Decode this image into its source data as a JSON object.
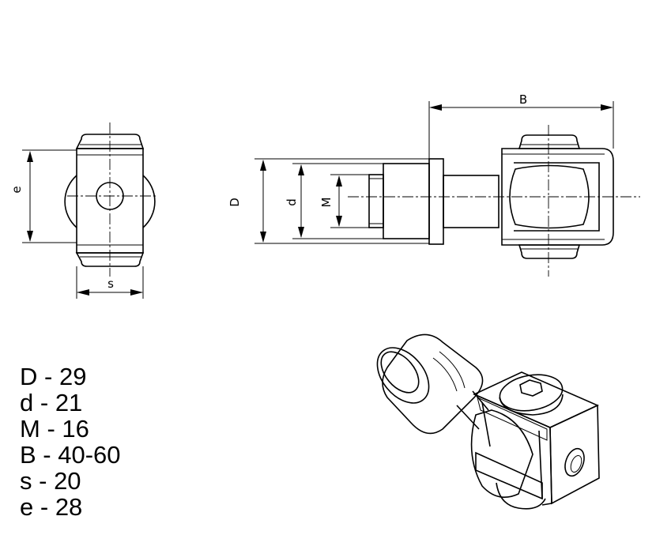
{
  "dimension_labels": {
    "e": "e",
    "s": "s",
    "D": "D",
    "d": "d",
    "M": "M",
    "B": "B"
  },
  "specs": [
    {
      "key": "D",
      "sep": " - ",
      "value": "29"
    },
    {
      "key": "d",
      "sep": " - ",
      "value": "21"
    },
    {
      "key": "M",
      "sep": " - ",
      "value": "16"
    },
    {
      "key": "B",
      "sep": " - ",
      "value": "40-60"
    },
    {
      "key": "s",
      "sep": " - ",
      "value": "20"
    },
    {
      "key": "e",
      "sep": " - ",
      "value": "28"
    }
  ]
}
